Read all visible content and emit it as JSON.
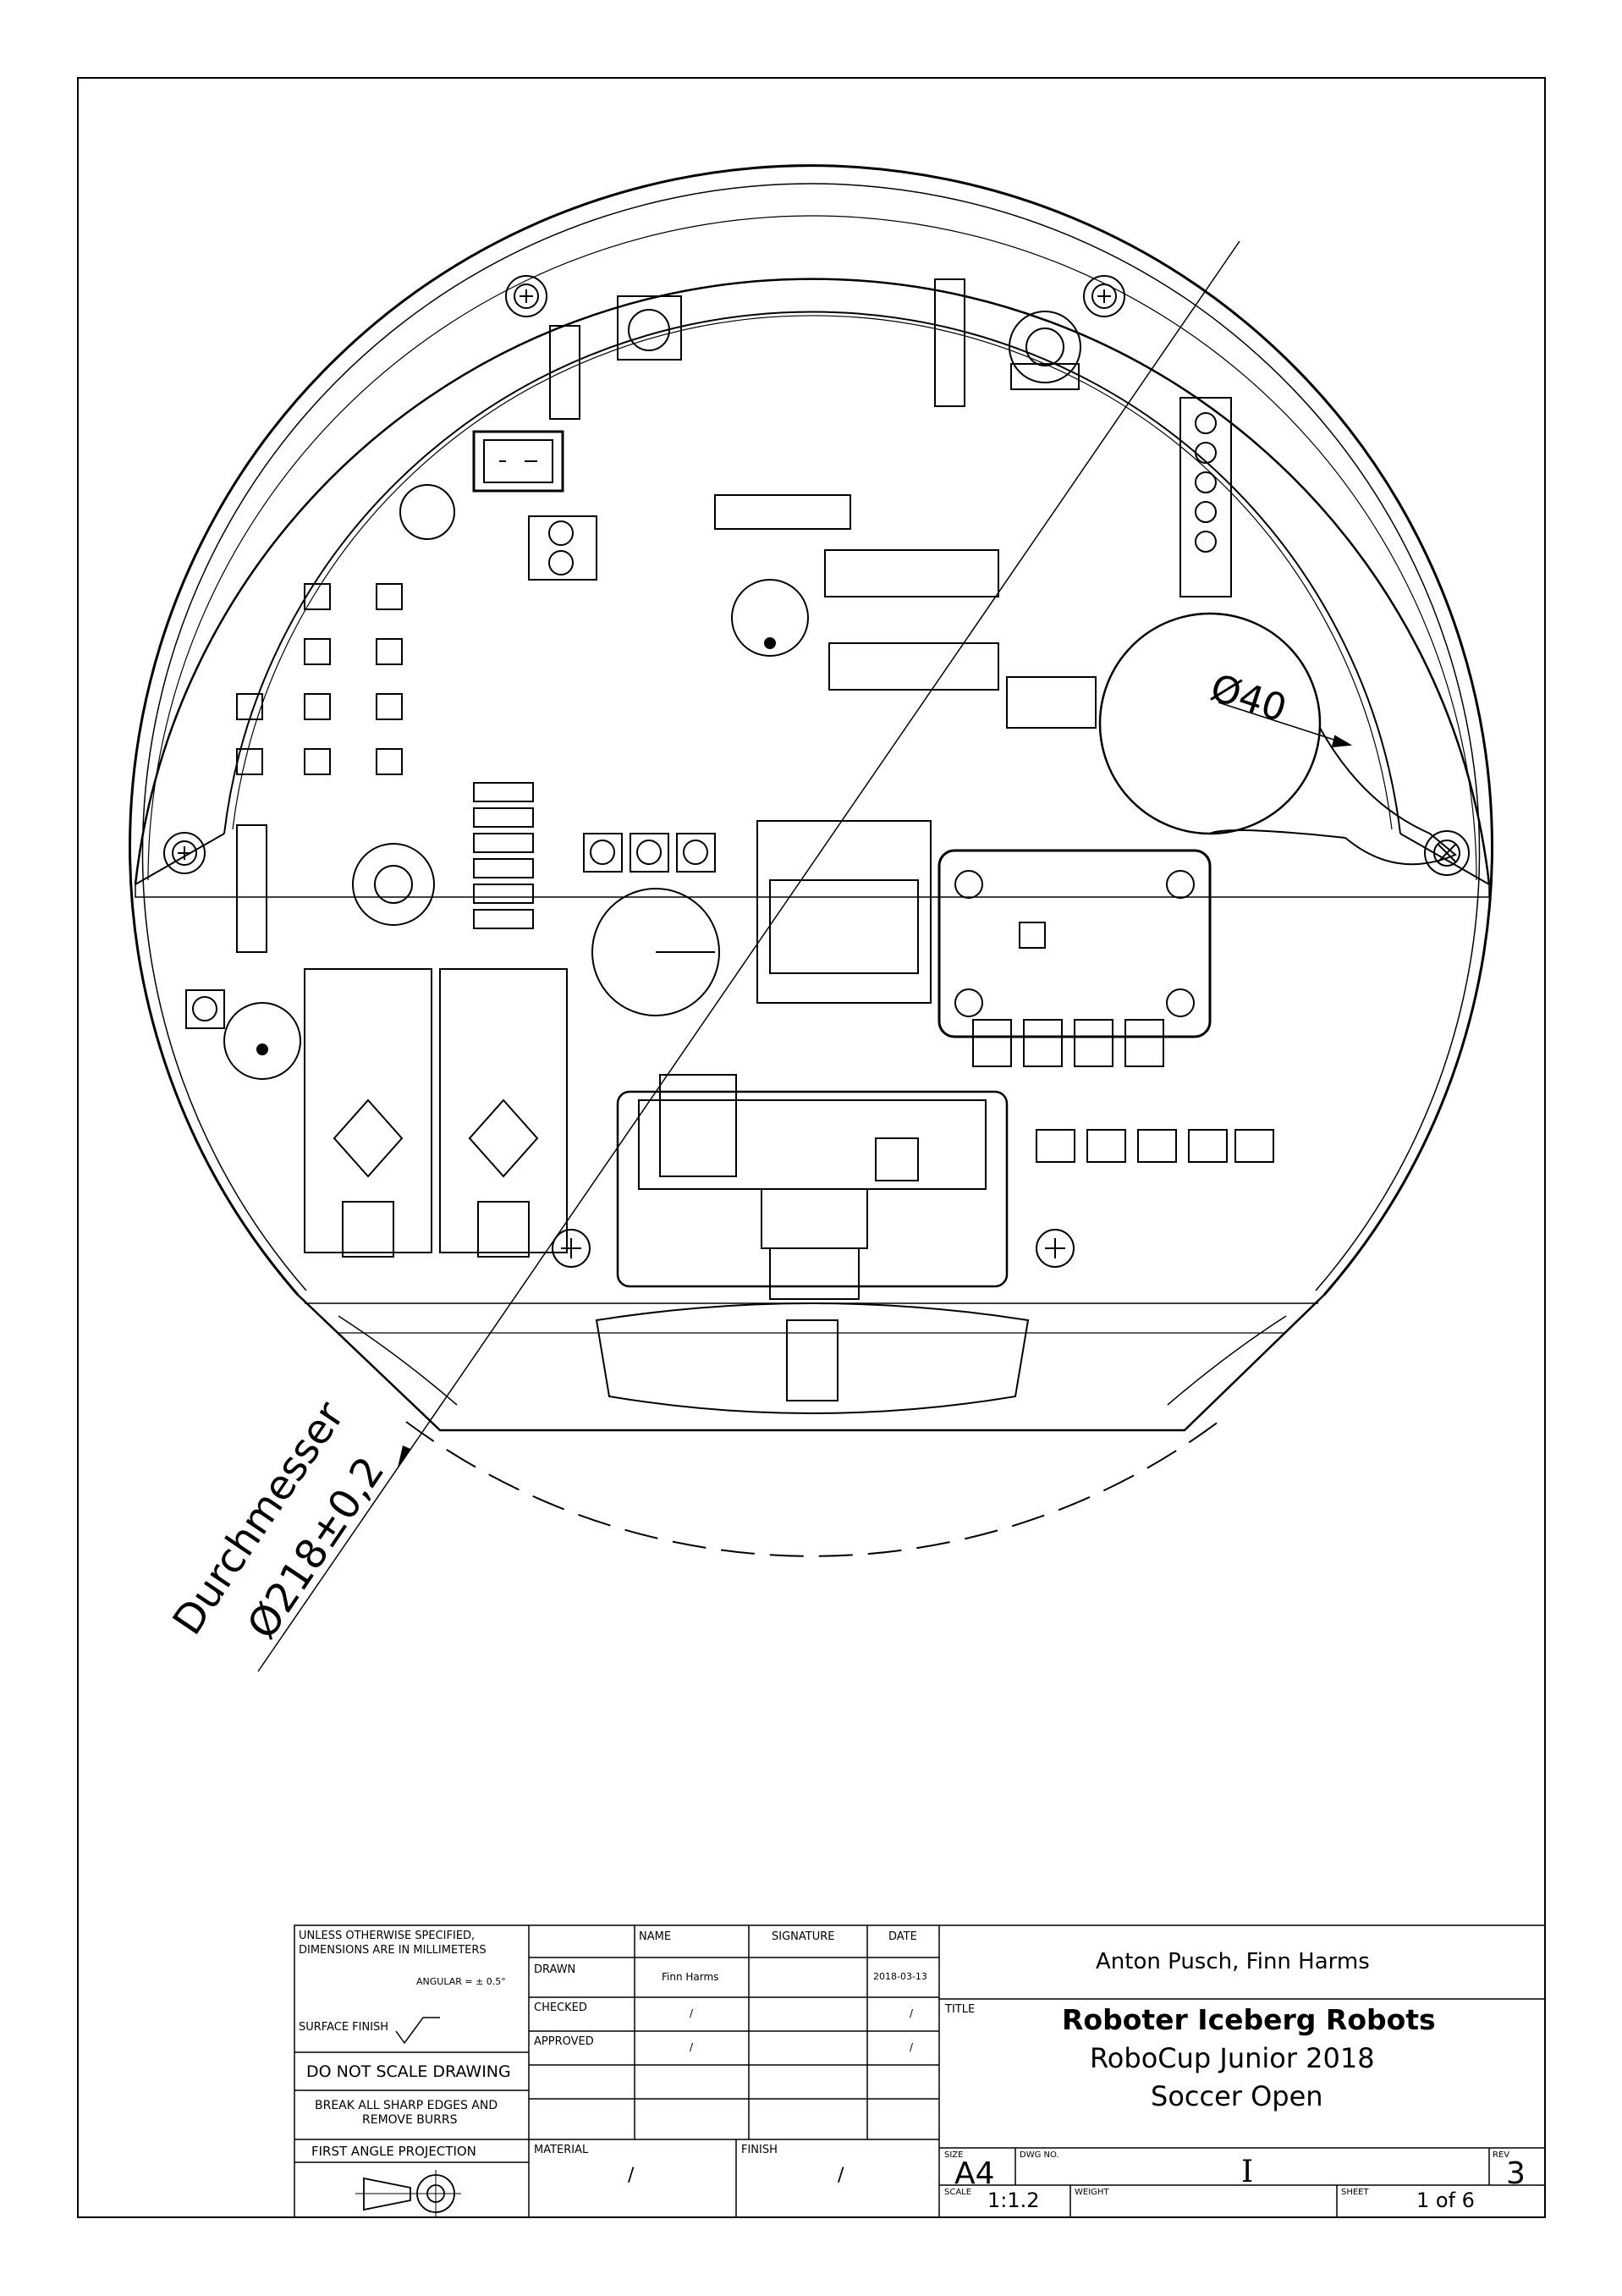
{
  "drawing": {
    "dimensions": {
      "outer_diameter_label": "Durchmesser",
      "outer_diameter_value": "Ø218±0,2",
      "inner_diameter_value": "Ø40"
    }
  },
  "title_block": {
    "notes": {
      "unless_specified": "UNLESS OTHERWISE SPECIFIED,",
      "dimensions_unit": "DIMENSIONS ARE IN MILLIMETERS",
      "angular": "ANGULAR = ± 0.5°",
      "surface_finish": "SURFACE FINISH",
      "do_not_scale": "DO NOT SCALE DRAWING",
      "break_edges_1": "BREAK ALL SHARP EDGES AND",
      "break_edges_2": "REMOVE BURRS",
      "projection": "FIRST ANGLE PROJECTION"
    },
    "headers": {
      "name": "NAME",
      "signature": "SIGNATURE",
      "date": "DATE"
    },
    "rows": {
      "drawn_label": "DRAWN",
      "drawn_name": "Finn Harms",
      "drawn_date": "2018-03-13",
      "checked_label": "CHECKED",
      "checked_name": "/",
      "checked_date": "/",
      "approved_label": "APPROVED",
      "approved_name": "/",
      "approved_date": "/"
    },
    "material_label": "MATERIAL",
    "material_value": "/",
    "finish_label": "FINISH",
    "finish_value": "/",
    "authors": "Anton Pusch, Finn Harms",
    "title_label": "TITLE",
    "title_line1": "Roboter Iceberg Robots",
    "title_line2": "RoboCup Junior 2018",
    "title_line3": "Soccer Open",
    "size_label": "SIZE",
    "size_value": "A4",
    "dwg_no_label": "DWG NO.",
    "dwg_no_value": "I",
    "rev_label": "REV",
    "rev_value": "3",
    "scale_label": "SCALE",
    "scale_value": "1:1.2",
    "weight_label": "WEIGHT",
    "sheet_label": "SHEET",
    "sheet_value": "1 of 6"
  }
}
